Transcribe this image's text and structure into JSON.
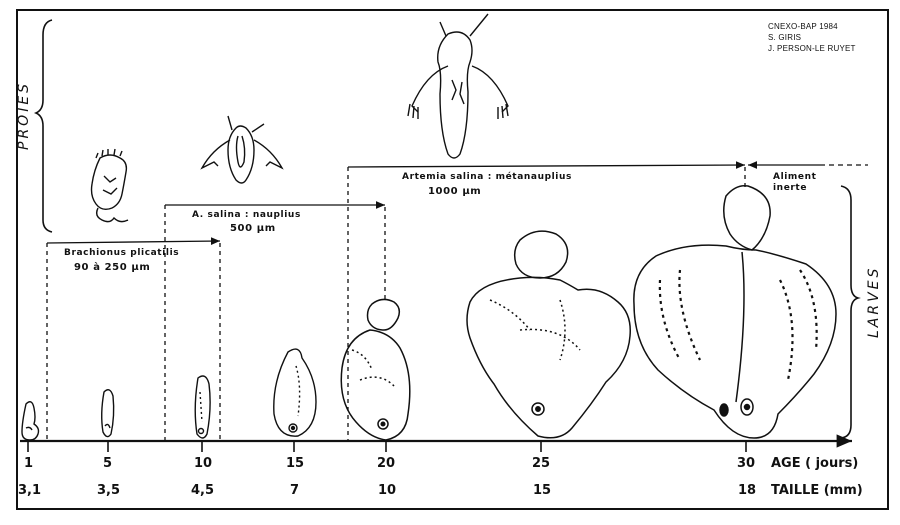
{
  "credits": {
    "line1": "CNEXO-BAP 1984",
    "line2": "S. GIRIS",
    "line3": "J. PERSON-LE RUYET"
  },
  "side_labels": {
    "prey": "PROIES",
    "larvae": "LARVES"
  },
  "prey_ranges": [
    {
      "name": "Brachionus plicatilis",
      "size": "90 à 250 µm",
      "start_day": 1,
      "end_day": 10
    },
    {
      "name": "A. salina : nauplius",
      "size": "500 µm",
      "start_day": 10,
      "end_day": 20
    },
    {
      "name": "Artemia salina : métanauplius",
      "size": "1000 µm",
      "start_day": 18,
      "end_day": 30
    },
    {
      "name": "Aliment inerte",
      "size": "",
      "start_day": 30,
      "end_day": null
    }
  ],
  "prey_labels": {
    "brachionus_name": "Brachionus plicatilis",
    "brachionus_size": "90 à 250 µm",
    "nauplius_name": "A. salina : nauplius",
    "nauplius_size": "500 µm",
    "metanauplius_name": "Artemia salina : métanauplius",
    "metanauplius_size": "1000 µm",
    "inert_line1": "Aliment",
    "inert_line2": "inerte"
  },
  "axis": {
    "age_label": "AGE ( jours)",
    "size_label": "TAILLE (mm)",
    "ages": [
      "1",
      "5",
      "10",
      "15",
      "20",
      "25",
      "30"
    ],
    "sizes": [
      "3,1",
      "3,5",
      "4,5",
      "7",
      "10",
      "15",
      "18"
    ]
  },
  "chart_data": {
    "type": "table",
    "title": "",
    "xlabel": "AGE ( jours)",
    "secondary_xlabel": "TAILLE (mm)",
    "categories": [
      1,
      5,
      10,
      15,
      20,
      25,
      30
    ],
    "series": [
      {
        "name": "TAILLE (mm)",
        "values": [
          3.1,
          3.5,
          4.5,
          7,
          10,
          15,
          18
        ]
      }
    ],
    "feeding_periods": [
      {
        "prey": "Brachionus plicatilis",
        "size": "90 à 250 µm",
        "from_day": 1,
        "to_day": 10
      },
      {
        "prey": "A. salina : nauplius",
        "size": "500 µm",
        "from_day": 10,
        "to_day": 20
      },
      {
        "prey": "Artemia salina : métanauplius",
        "size": "1000 µm",
        "from_day": 18,
        "to_day": 30
      },
      {
        "prey": "Aliment inerte",
        "size": "",
        "from_day": 30,
        "to_day": null
      }
    ]
  }
}
